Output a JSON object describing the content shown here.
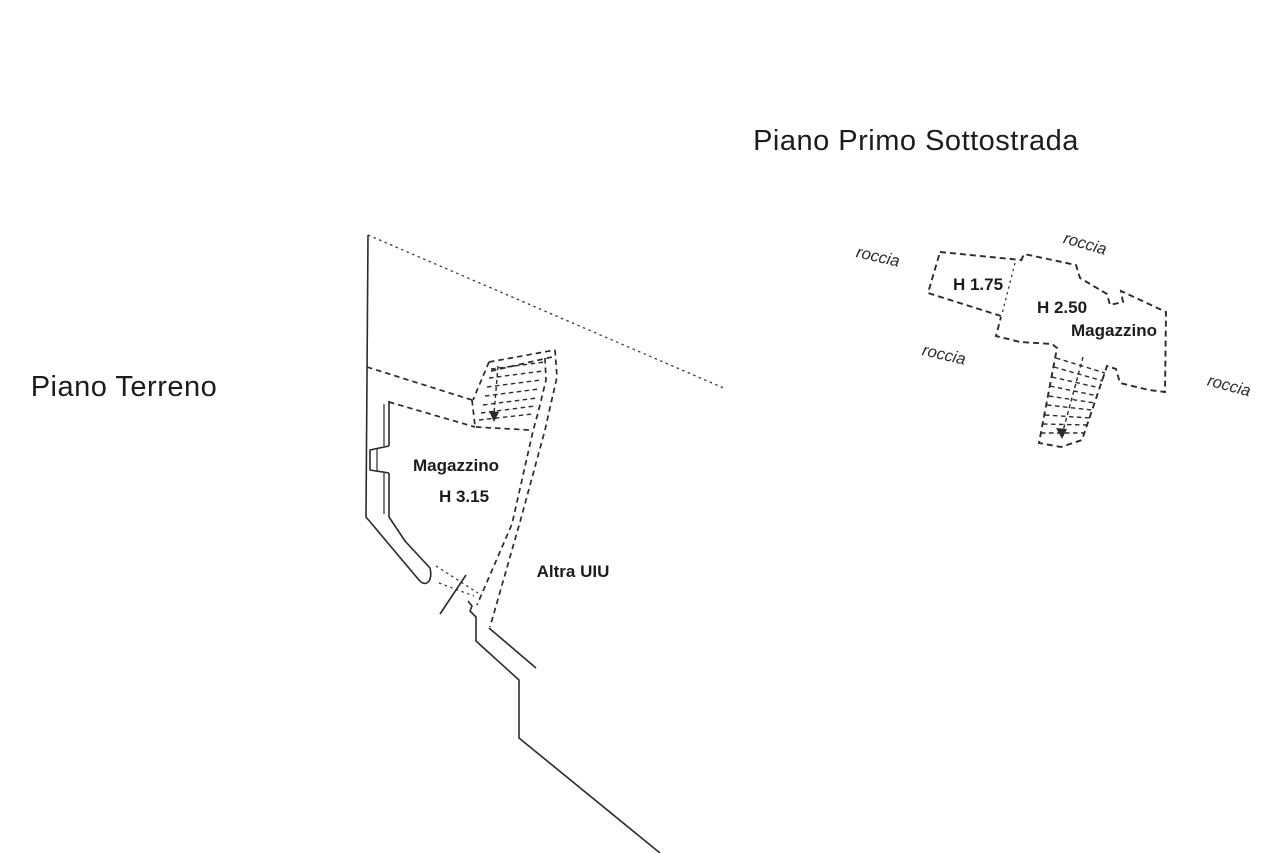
{
  "document": {
    "background_color": "#ffffff",
    "line_color": "#2b2b2b",
    "type_note": "cadastral floor plan drawing"
  },
  "ground_floor": {
    "title": "Piano Terreno",
    "room_label": "Magazzino",
    "room_height": "H 3.15",
    "other_unit_label": "Altra UIU"
  },
  "basement": {
    "title": "Piano Primo Sottostrada",
    "corridor_height": "H 1.75",
    "room_height": "H 2.50",
    "room_label": "Magazzino",
    "rock_labels": [
      "roccia",
      "roccia",
      "roccia",
      "roccia"
    ]
  }
}
